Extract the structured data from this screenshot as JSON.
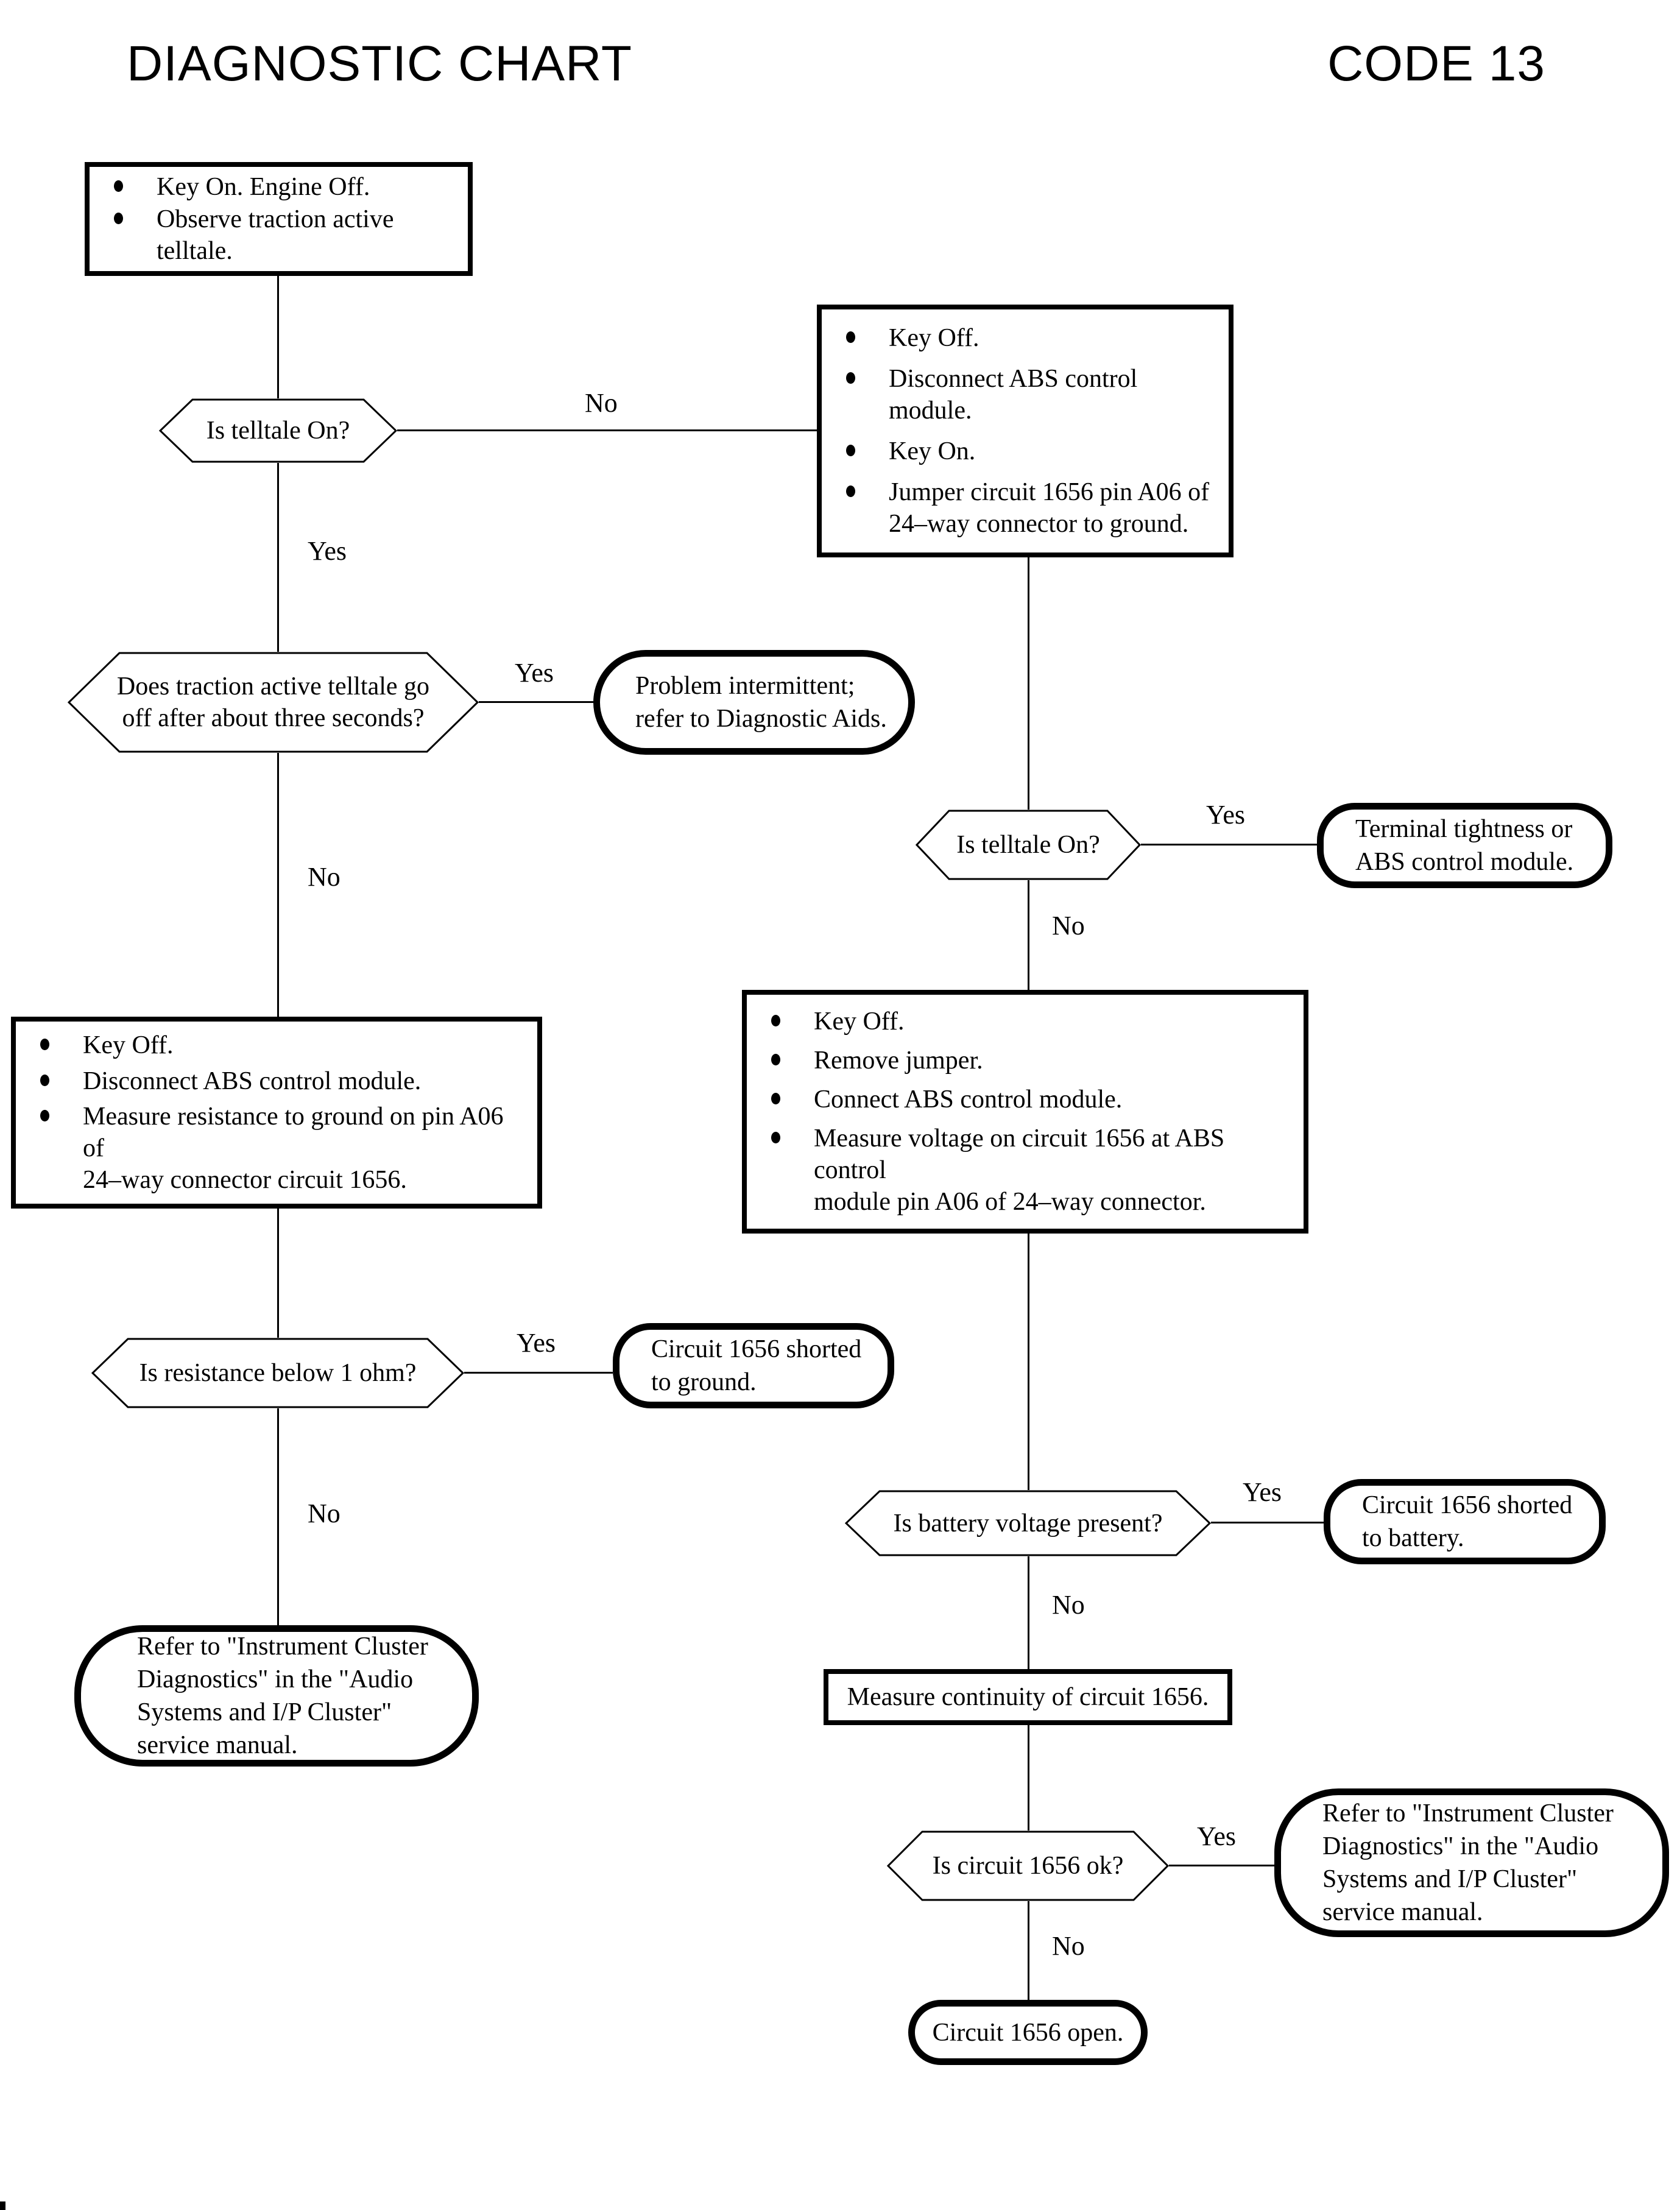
{
  "header": {
    "title": "DIAGNOSTIC CHART",
    "code": "CODE 13"
  },
  "labels": {
    "yes": "Yes",
    "no": "No"
  },
  "flow": {
    "boxes": [
      {
        "id": "start",
        "items": [
          "Key On. Engine Off.",
          "Observe traction active telltale."
        ]
      },
      {
        "id": "jumper-to-ground",
        "items": [
          "Key Off.",
          "Disconnect ABS control module.",
          "Key On.",
          "Jumper circuit 1656 pin A06 of\n24–way connector to ground."
        ]
      },
      {
        "id": "measure-resistance",
        "items": [
          "Key Off.",
          "Disconnect ABS control module.",
          "Measure resistance to ground on pin A06 of\n24–way connector circuit 1656."
        ]
      },
      {
        "id": "measure-voltage",
        "items": [
          "Key Off.",
          "Remove jumper.",
          "Connect ABS control module.",
          "Measure voltage on circuit 1656 at ABS control\nmodule pin A06 of 24–way connector."
        ]
      },
      {
        "id": "measure-continuity",
        "items": [
          "Measure continuity of circuit 1656."
        ]
      }
    ],
    "decisions": [
      {
        "id": "is-telltale-on-1",
        "text": "Is telltale On?"
      },
      {
        "id": "telltale-off-three-seconds",
        "text": "Does traction active telltale go\noff after about three seconds?"
      },
      {
        "id": "resistance-below-1-ohm",
        "text": "Is resistance below 1 ohm?"
      },
      {
        "id": "is-telltale-on-2",
        "text": "Is telltale On?"
      },
      {
        "id": "battery-voltage-present",
        "text": "Is battery voltage present?"
      },
      {
        "id": "is-circuit-1656-ok",
        "text": "Is circuit 1656 ok?"
      }
    ],
    "terminals": [
      {
        "id": "problem-intermittent",
        "text": "Problem intermittent;\nrefer to Diagnostic Aids."
      },
      {
        "id": "shorted-to-ground",
        "text": "Circuit 1656 shorted\nto ground."
      },
      {
        "id": "refer-instrument-cluster-left",
        "text": "Refer to \"Instrument Cluster\nDiagnostics\" in the \"Audio\nSystems and I/P Cluster\"\nservice manual."
      },
      {
        "id": "terminal-tightness",
        "text": "Terminal tightness or\nABS control module."
      },
      {
        "id": "shorted-to-battery",
        "text": "Circuit 1656 shorted\nto battery."
      },
      {
        "id": "refer-instrument-cluster-right",
        "text": "Refer to \"Instrument Cluster\nDiagnostics\" in the \"Audio\nSystems and I/P Cluster\"\nservice manual."
      },
      {
        "id": "circuit-open",
        "text": "Circuit 1656 open."
      }
    ]
  }
}
